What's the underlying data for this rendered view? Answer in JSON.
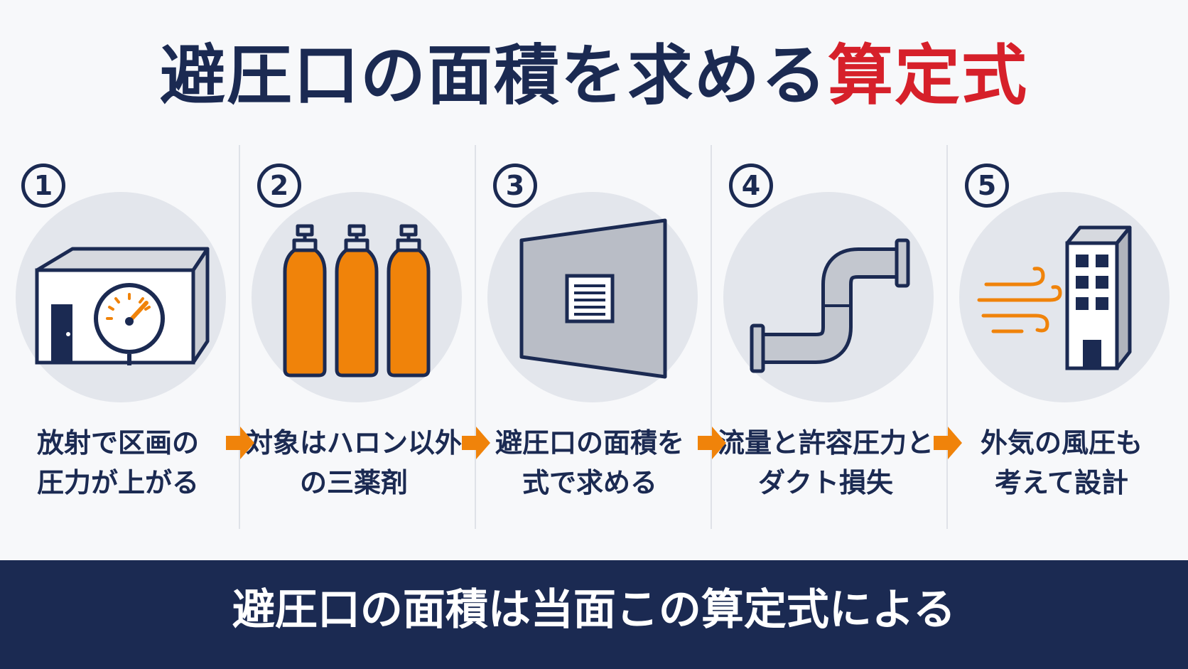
{
  "title": {
    "main": "避圧口の面積を求める",
    "accent": "算定式"
  },
  "colors": {
    "navy": "#1b2a52",
    "red": "#d6202a",
    "orange": "#f0830a",
    "circle_bg": "#e3e6ec"
  },
  "steps": [
    {
      "number": "1",
      "icon": "room-pressure-gauge-icon",
      "line1": "放射で区画の",
      "line2": "圧力が上がる"
    },
    {
      "number": "2",
      "icon": "gas-cylinders-icon",
      "line1": "対象はハロン以外",
      "line2": "の三薬剤"
    },
    {
      "number": "3",
      "icon": "wall-vent-icon",
      "line1": "避圧口の面積を",
      "line2": "式で求める"
    },
    {
      "number": "4",
      "icon": "duct-pipe-icon",
      "line1": "流量と許容圧力と",
      "line2": "ダクト損失"
    },
    {
      "number": "5",
      "icon": "building-wind-icon",
      "line1": "外気の風圧も",
      "line2": "考えて設計"
    }
  ],
  "footer": {
    "text": "避圧口の面積は当面この算定式による"
  }
}
